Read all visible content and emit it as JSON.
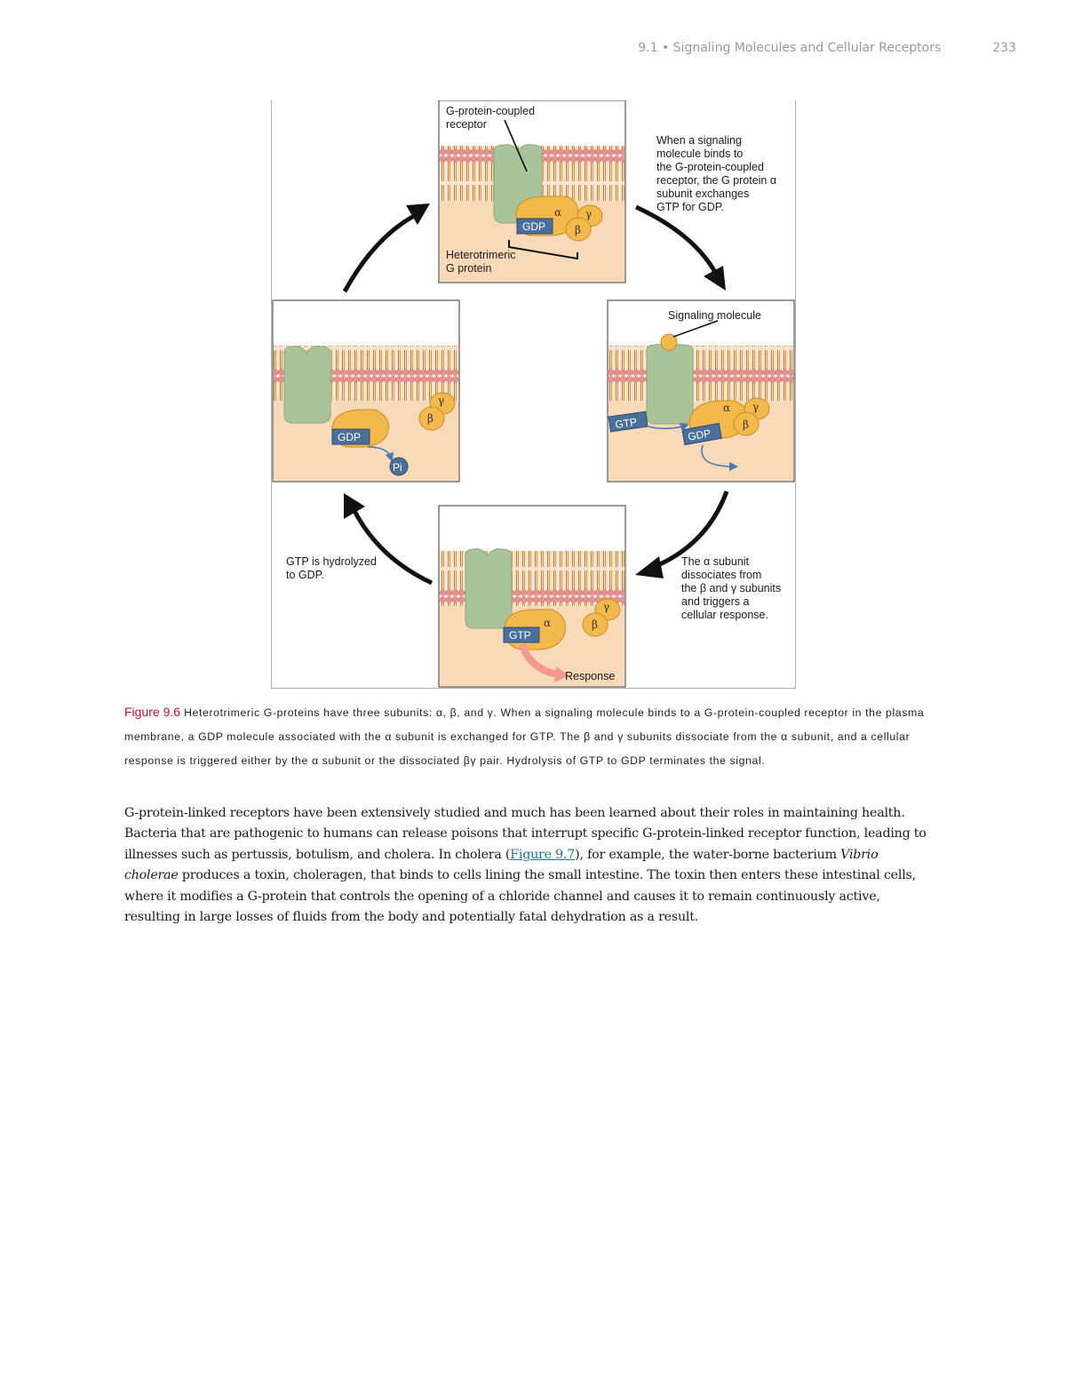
{
  "header": {
    "section": "9.1 • Signaling Molecules and Cellular Receptors",
    "page_number": "233"
  },
  "figure": {
    "labels": {
      "gpcr_line1": "G-protein-coupled",
      "gpcr_line2": "receptor",
      "hetero_line1": "Heterotrimeric",
      "hetero_line2": "G protein",
      "step1": [
        "When a signaling",
        "molecule binds to",
        "the G-protein-coupled",
        "receptor, the G protein α",
        "subunit exchanges",
        "GTP for GDP."
      ],
      "signaling_molecule": "Signaling molecule",
      "step2": [
        "The α subunit",
        "dissociates from",
        "the β and γ subunits",
        "and triggers a",
        "cellular response."
      ],
      "step3": [
        "GTP is hydrolyzed",
        "to GDP."
      ],
      "response": "Response",
      "gdp": "GDP",
      "gtp": "GTP",
      "pi": "Pi",
      "alpha": "α",
      "beta": "β",
      "gamma": "γ"
    },
    "colors": {
      "membrane_head": "#e89a9a",
      "membrane_tail": "#c0742a",
      "cytoplasm": "#f8d9b8",
      "receptor": "#a9c49a",
      "g_protein": "#f3b94a",
      "box_blue": "#4a6f9a",
      "arrow": "#111111"
    }
  },
  "caption": {
    "label": "Figure 9.6",
    "text": "Heterotrimeric G-proteins have three subunits: α, β, and γ. When a signaling molecule binds to a G-protein-coupled receptor in the plasma membrane, a GDP molecule associated with the α subunit is exchanged for GTP. The β and γ subunits dissociate from the α subunit, and a cellular response is triggered either by the α subunit or the dissociated βγ pair. Hydrolysis of GTP to GDP terminates the signal."
  },
  "body": {
    "p1_a": "G-protein-linked receptors have been extensively studied and much has been learned about their roles in maintaining health. Bacteria that are pathogenic to humans can release poisons that interrupt specific G-protein-linked receptor function, leading to illnesses such as pertussis, botulism, and cholera. In cholera (",
    "xref": "Figure 9.7",
    "p1_b": "), for example, the water-borne bacterium ",
    "species": "Vibrio cholerae",
    "p1_c": " produces a toxin, choleragen, that binds to cells lining the small intestine. The toxin then enters these intestinal cells, where it modifies a G-protein that controls the opening of a chloride channel and causes it to remain continuously active, resulting in large losses of fluids from the body and potentially fatal dehydration as a result."
  }
}
